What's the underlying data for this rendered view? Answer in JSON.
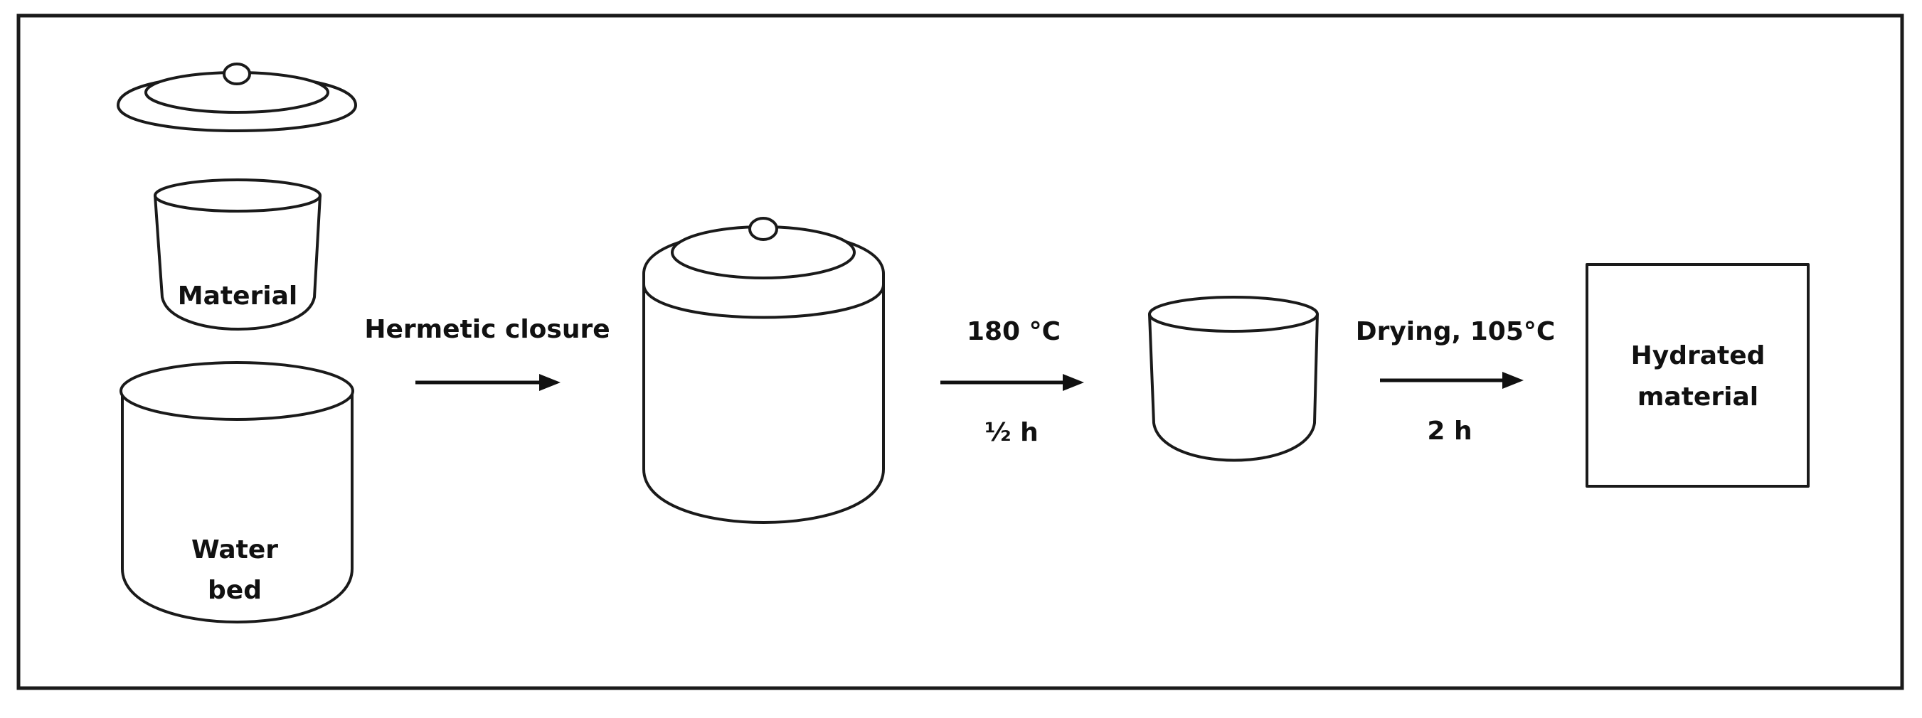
{
  "colors": {
    "stroke": "#1a1a1a",
    "background": "#ffffff"
  },
  "labels": {
    "material": "Material",
    "water": "Water",
    "bed": "bed",
    "hermetic_closure": "Hermetic closure",
    "temperature": "180 °C",
    "duration_1": "½ h",
    "drying": "Drying, 105°C",
    "duration_2": "2 h",
    "result_line1": "Hydrated",
    "result_line2": "material"
  }
}
